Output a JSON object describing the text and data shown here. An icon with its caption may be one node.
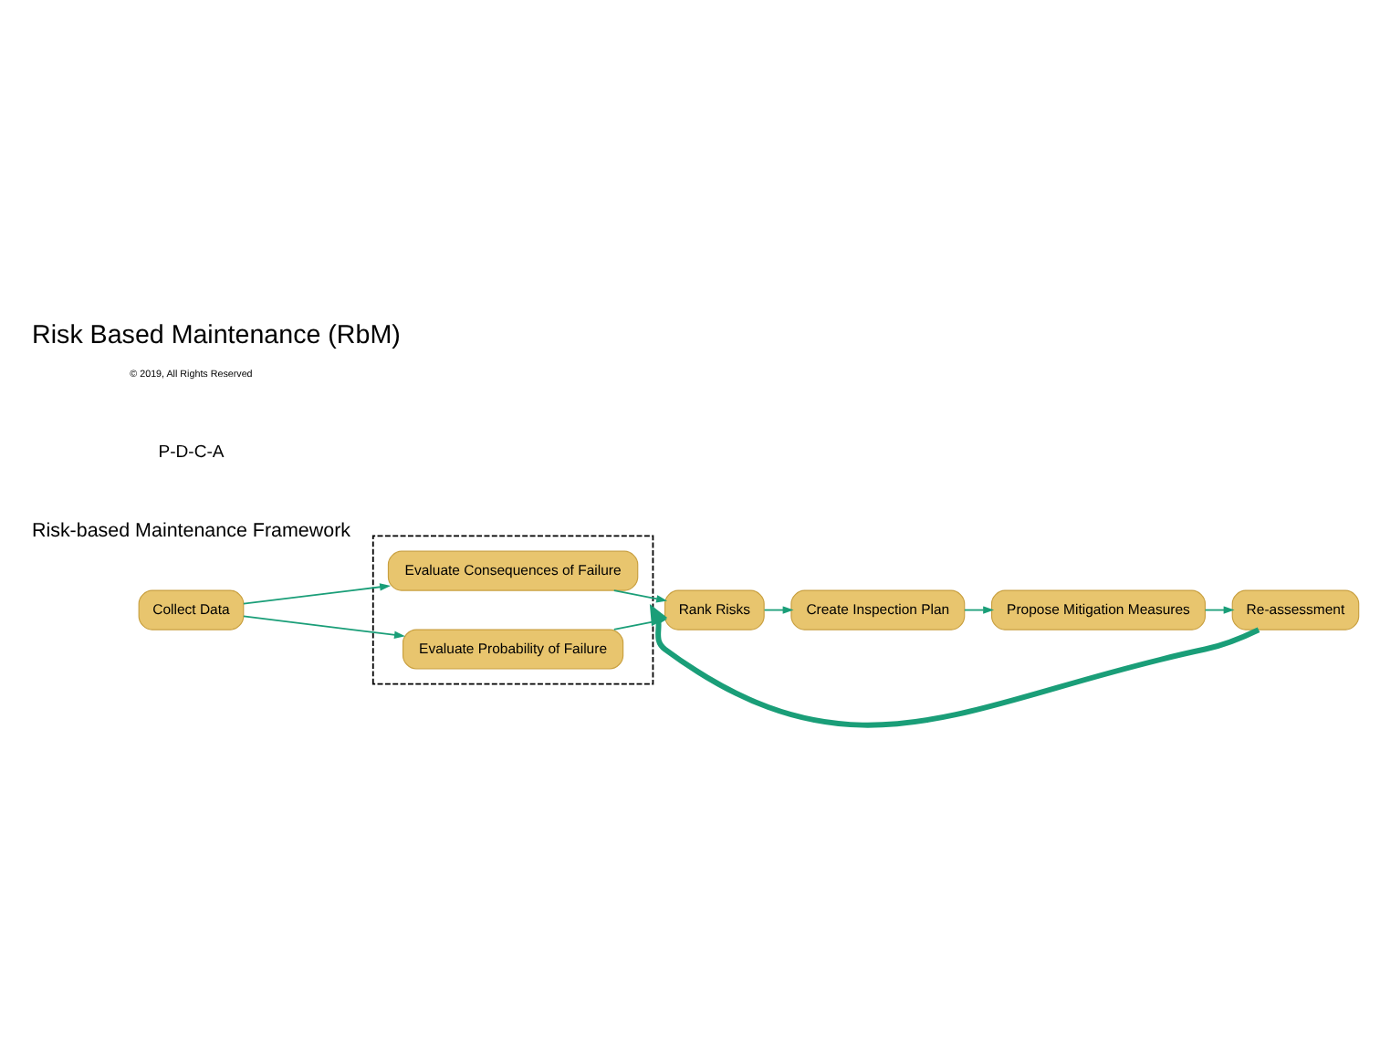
{
  "diagram": {
    "title": "Risk Based Maintenance (RbM)",
    "nodes": [
      {
        "text": [
          "Collect Data"
        ]
      },
      {
        "text": [],
        "shape": "box"
      },
      {
        "text": [
          "Evaluate Consequences of Failure"
        ],
        "in": 1
      },
      {
        "text": [
          "Evaluate Probability of Failure"
        ],
        "in": 1
      },
      {
        "text": [
          "Rank Risks"
        ]
      },
      {
        "text": [
          "Create Inspection Plan"
        ]
      },
      {
        "text": [
          "Propose Mitigation Measures"
        ]
      },
      {
        "text": [
          "Re-assessment"
        ]
      }
    ],
    "edges": [
      {
        "from": 0,
        "to": 2,
        "arrow": "to"
      },
      {
        "from": 0,
        "to": 3,
        "arrow": "to"
      },
      {
        "from": 2,
        "to": 4,
        "arrow": "to"
      },
      {
        "from": 3,
        "to": 4,
        "arrow": "to"
      },
      {
        "from": 4,
        "to": 5,
        "arrow": "to"
      },
      {
        "from": 5,
        "to": 6,
        "arrow": "to"
      },
      {
        "from": 6,
        "to": 7,
        "arrow": "to"
      },
      {
        "from": 7,
        "to": 1,
        "arrow": "to",
        "style": "thick"
      }
    ],
    "labels": [
      "Risk-based Maintenance Framework",
      "P-D-C-A",
      "© 2019, All Rights Reserved"
    ]
  }
}
